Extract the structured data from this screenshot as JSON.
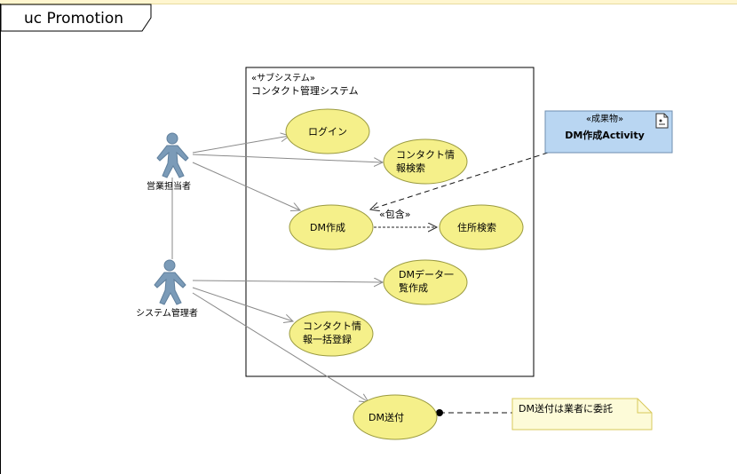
{
  "frame": {
    "title": "uc Promotion"
  },
  "subsystem": {
    "stereotype": "«サブシステム»",
    "name": "コンタクト管理システム"
  },
  "actors": {
    "sales": "営業担当者",
    "admin": "システム管理者"
  },
  "usecases": {
    "login": "ログイン",
    "contact_search": [
      "コンタクト情",
      "報検索"
    ],
    "dm_create": "DM作成",
    "address_search": "住所検索",
    "dm_list": [
      "DMデータ一",
      "覧作成"
    ],
    "bulk_register": [
      "コンタクト情",
      "報一括登録"
    ],
    "dm_send": "DM送付"
  },
  "artifact": {
    "stereotype": "«成果物»",
    "name": "DM作成Activity"
  },
  "include_label": "«包含»",
  "note": "DM送付は業者に委託",
  "colors": {
    "usecase_fill": "#f5f08a",
    "usecase_stroke": "#9a9a40",
    "actor": "#7b9bb8",
    "artifact_fill": "#b9d6f2",
    "artifact_stroke": "#6f8fb0",
    "note_fill": "#fdfbd8",
    "note_stroke": "#d8c85a",
    "line": "#8a8a8a"
  }
}
